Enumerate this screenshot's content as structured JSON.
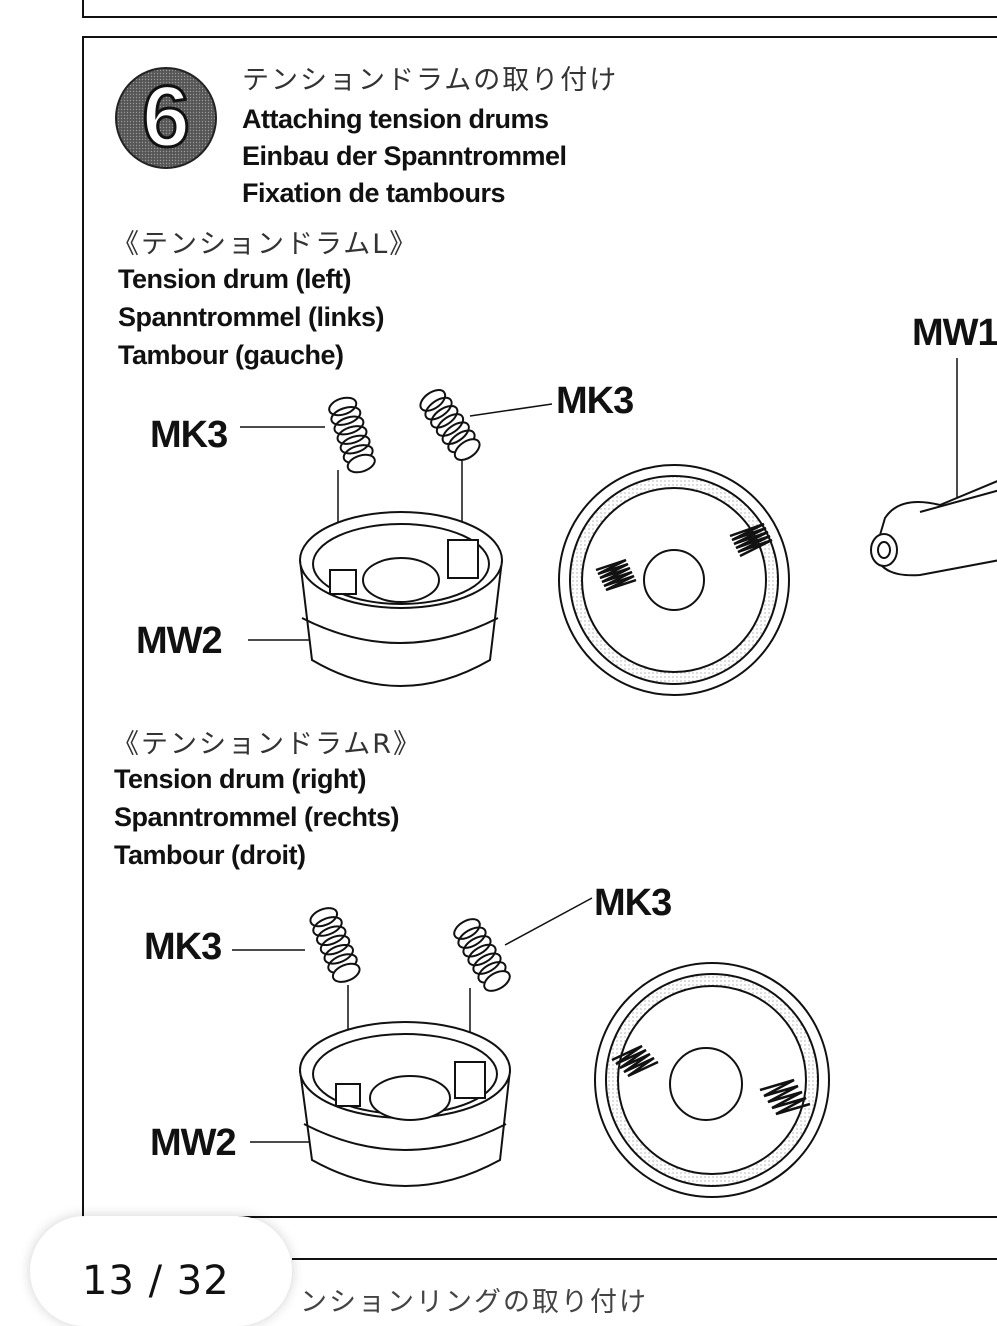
{
  "step": {
    "number": "6",
    "title_jp": "テンションドラムの取り付け",
    "title_en": "Attaching tension drums",
    "title_de": "Einbau der Spanntrommel",
    "title_fr": "Fixation de tambours"
  },
  "left_drum": {
    "heading_jp": "《テンションドラムL》",
    "heading_en": "Tension drum (left)",
    "heading_de": "Spanntrommel (links)",
    "heading_fr": "Tambour (gauche)",
    "spring_label_left": "MK3",
    "spring_label_right": "MK3",
    "drum_label": "MW2"
  },
  "right_drum": {
    "heading_jp": "《テンションドラムR》",
    "heading_en": "Tension drum (right)",
    "heading_de": "Spanntrommel (rechts)",
    "heading_fr": "Tambour (droit)",
    "spring_label_left": "MK3",
    "spring_label_right": "MK3",
    "drum_label": "MW2"
  },
  "side_part_label": "MW1",
  "next_step_title_partial": "ンションリングの取り付け",
  "page_indicator": "13 / 32"
}
